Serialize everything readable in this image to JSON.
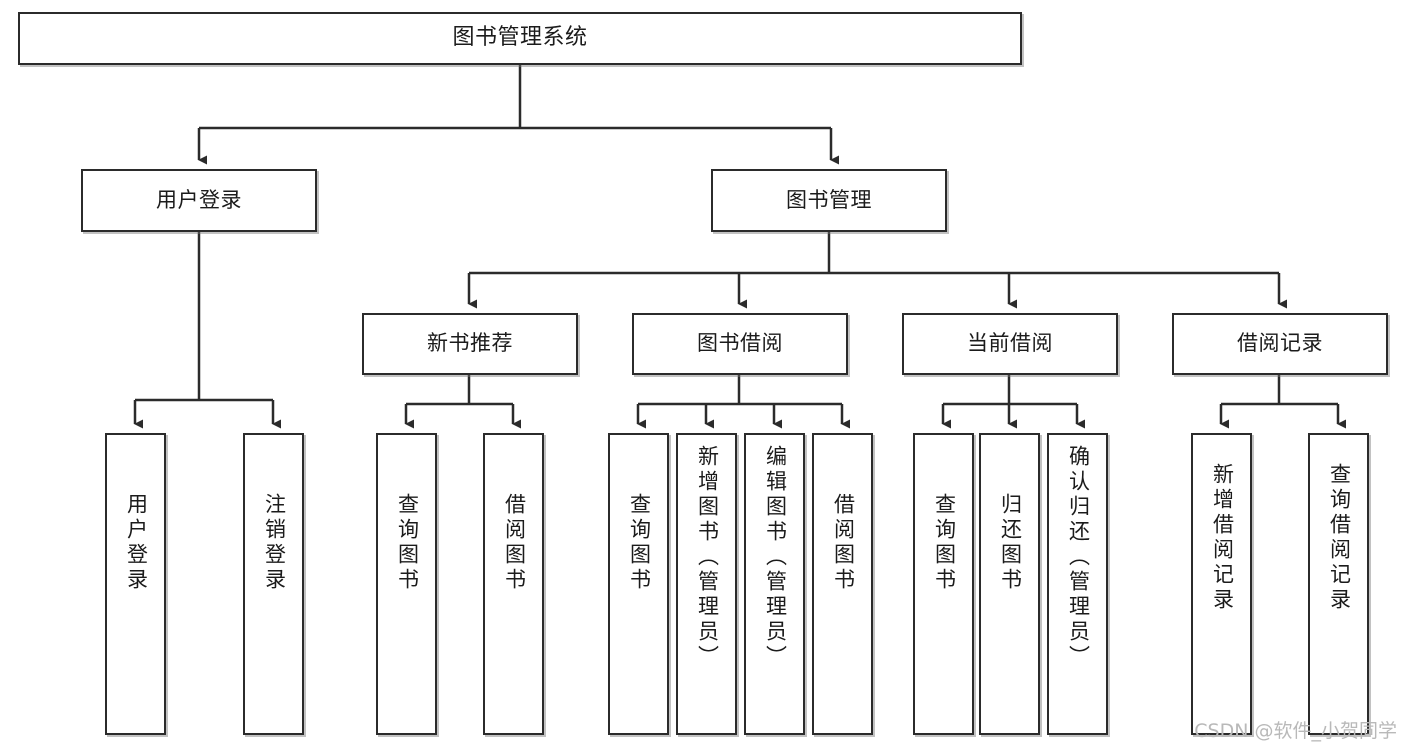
{
  "diagram": {
    "title": "图书管理系统",
    "root": {
      "label": "图书管理系统"
    },
    "level1": [
      {
        "label": "用户登录"
      },
      {
        "label": "图书管理"
      }
    ],
    "level2": [
      {
        "label": "新书推荐"
      },
      {
        "label": "图书借阅"
      },
      {
        "label": "当前借阅"
      },
      {
        "label": "借阅记录"
      }
    ],
    "leaves": [
      {
        "label": "用户登录"
      },
      {
        "label": "注销登录"
      },
      {
        "label": "查询图书"
      },
      {
        "label": "借阅图书"
      },
      {
        "label": "查询图书"
      },
      {
        "label": "新增图书（管理员）"
      },
      {
        "label": "编辑图书（管理员）"
      },
      {
        "label": "借阅图书"
      },
      {
        "label": "查询图书"
      },
      {
        "label": "归还图书"
      },
      {
        "label": "确认归还（管理员）"
      },
      {
        "label": "新增借阅记录"
      },
      {
        "label": "查询借阅记录"
      }
    ]
  },
  "watermark": {
    "text": "CSDN @软件_小贺同学"
  },
  "colors": {
    "stroke": "#2b2b2b",
    "fill": "#ffffff",
    "text": "#1b1b1b",
    "watermark": "#b9b9b9"
  }
}
